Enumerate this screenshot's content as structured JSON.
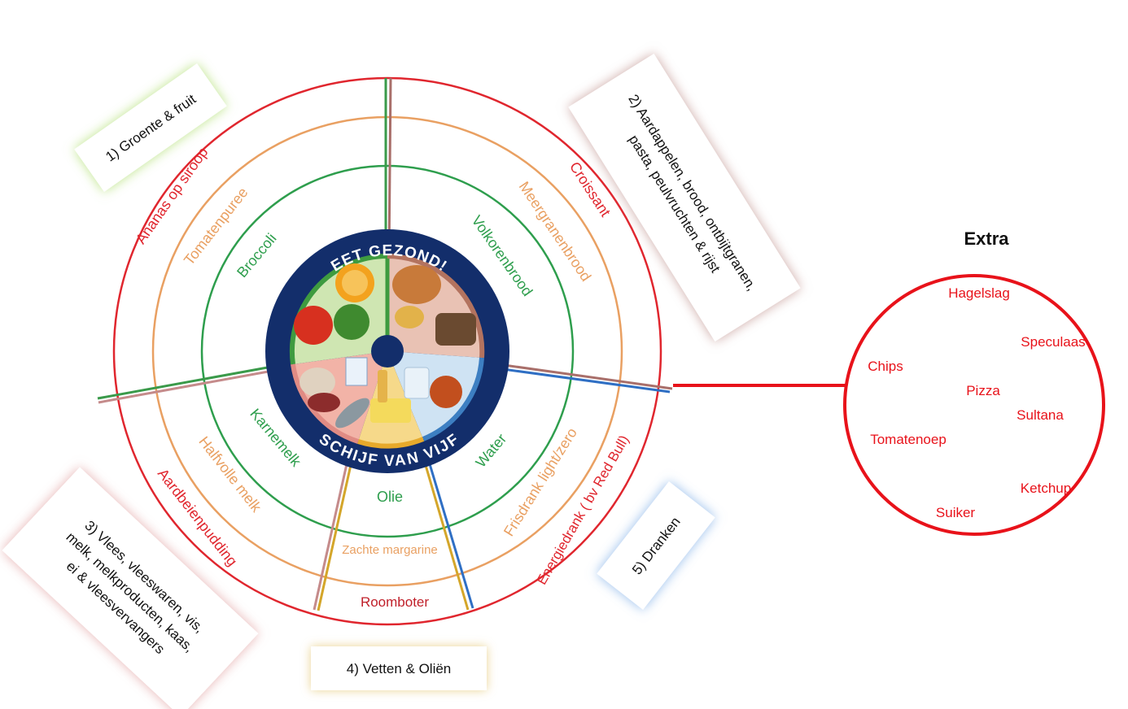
{
  "categories": {
    "c1": "1) Groente & fruit",
    "c2_line1": "2) Aardappelen, brood, ontbijtgranen,",
    "c2_line2": "pasta, peulvruchten & rijst",
    "c3_line1": "3) Vlees, vleeswaren, vis,",
    "c3_line2": "melk, melkproducten, kaas,",
    "c3_line3": "ei & vleesvervangers",
    "c4": "4) Vetten & Oliën",
    "c5": "5) Dranken"
  },
  "plate": {
    "top_text": "EET GEZOND!",
    "bottom_text": "SCHIJF VAN VIJF"
  },
  "rings": {
    "groente": {
      "inner": "Broccoli",
      "middle": "Tomatenpuree",
      "outer": "Ananas op siroop"
    },
    "brood": {
      "inner": "Volkorenbrood",
      "middle": "Meergranenbrood",
      "outer": "Croissant"
    },
    "zuivel": {
      "inner": "Karnemelk",
      "middle": "Halfvolle melk",
      "outer": "Aardbeienpudding"
    },
    "vetten": {
      "inner": "Olie",
      "middle": "Zachte margarine",
      "outer": "Roomboter"
    },
    "dranken": {
      "inner": "Water",
      "middle": "Frisdrank light/zero",
      "outer": "Energiedrank ( bv Red Bull)"
    }
  },
  "extra": {
    "title": "Extra",
    "items": [
      "Hagelslag",
      "Speculaas",
      "Chips",
      "Pizza",
      "Sultana",
      "Tomatenoep",
      "Ketchup",
      "Suiker"
    ]
  },
  "colors": {
    "outer_ring": "#e0262e",
    "middle_ring": "#e9a062",
    "inner_ring": "#2e9e4d",
    "plate_navy": "#132e6b",
    "glow_green": "#c9ea9a",
    "glow_brown": "#d4aaa6",
    "glow_pink": "#e8b7b7",
    "glow_yellow": "#ecd9a0",
    "glow_blue": "#a9c8ec"
  }
}
